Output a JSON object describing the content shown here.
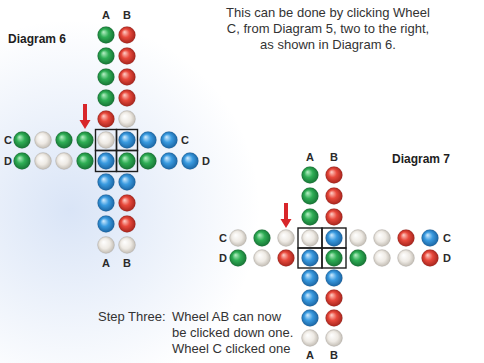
{
  "diagram": {
    "labels": [
      "Diagram 6",
      "A",
      "B",
      "This can be done by clicking Wheel C, from Diagram 5, two to the right, as shown in Diagram 6.",
      "C",
      "C",
      "D",
      "D",
      "A",
      "B",
      "Diagram 7",
      "A",
      "B",
      "C",
      "C",
      "D",
      "D",
      "Step Three:",
      "Wheel AB can now be clicked down one. Wheel C clicked one",
      "A",
      "B"
    ]
  }
}
